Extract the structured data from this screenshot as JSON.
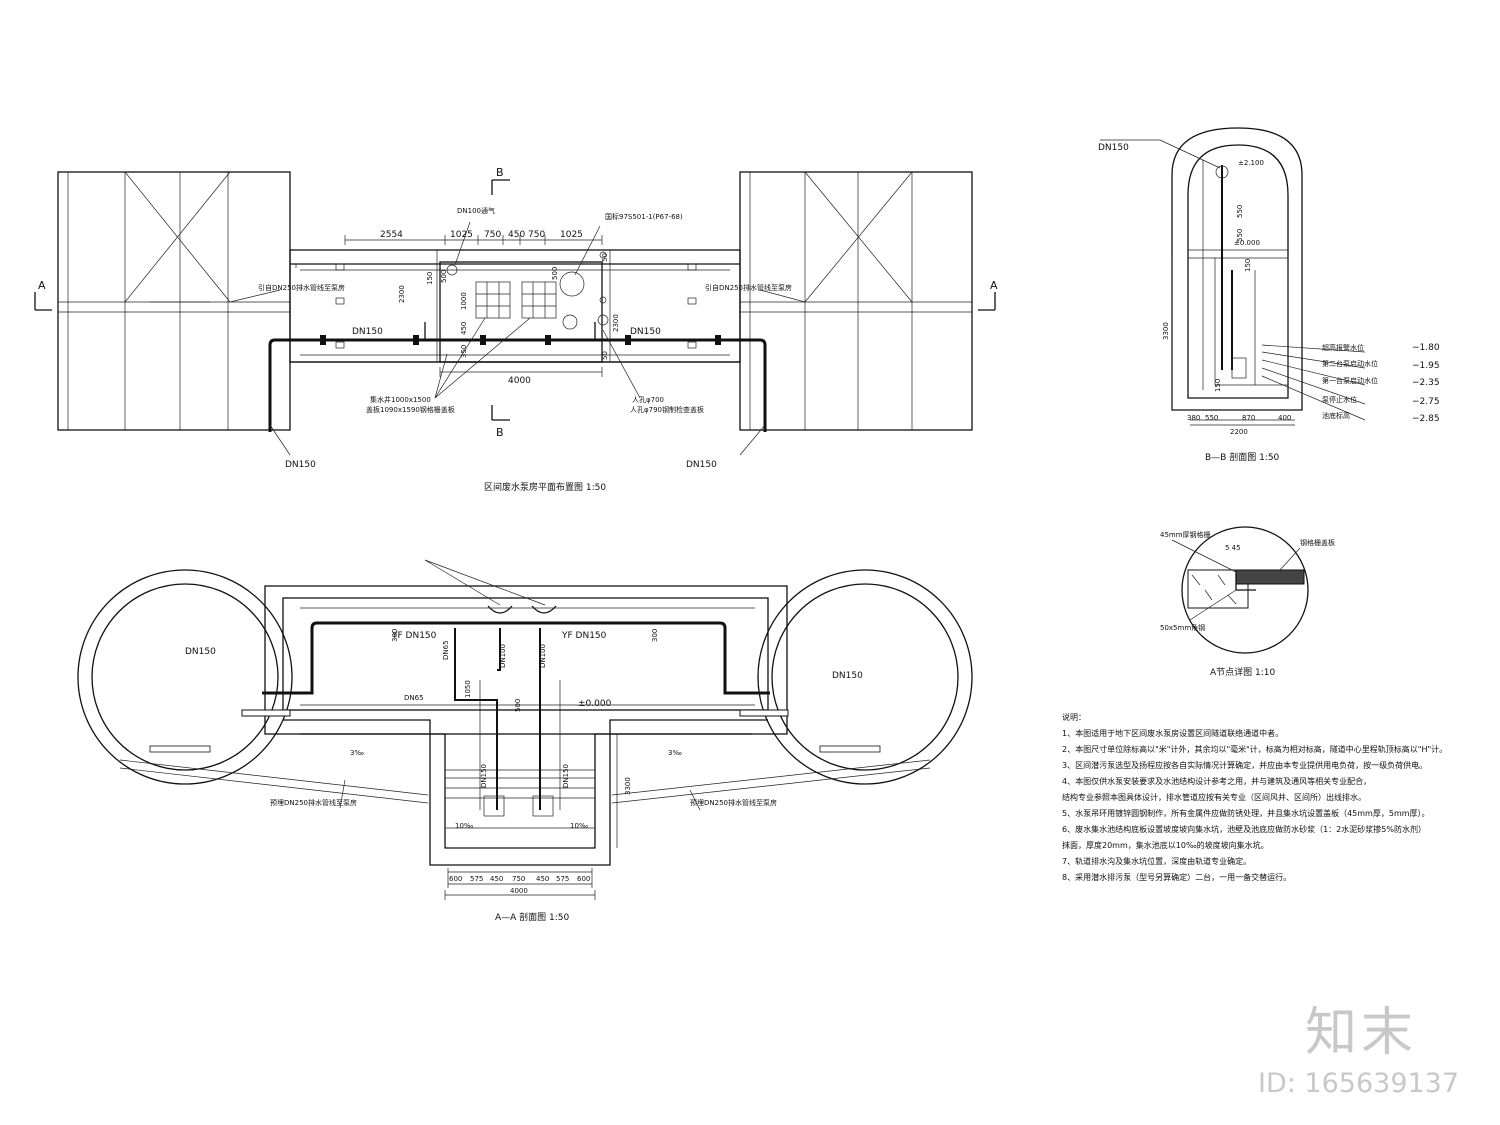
{
  "plan": {
    "title": "区间废水泵房平面布置图 1:50",
    "section_marks": [
      "A",
      "A",
      "B",
      "B"
    ],
    "dims_top": [
      "2554",
      "1025",
      "750",
      "450",
      "750",
      "1025"
    ],
    "dim_bottom": "4000",
    "dims_vertical": [
      "2300",
      "150",
      "500",
      "1000",
      "450",
      "350",
      "50",
      "2300",
      "500",
      "50"
    ],
    "pipe_labels": [
      "DN150",
      "DN150"
    ],
    "drain_labels": [
      "引自DN250排水管线至泵房",
      "引自DN250排水管线至泵房"
    ],
    "riser_labels": [
      "DN150",
      "DN150"
    ],
    "annotations": [
      "DN100通气",
      "国标97S501-1(P67-68)",
      "集水井1000x1500",
      "盖板1090x1590钢格栅盖板",
      "人孔φ700",
      "人孔φ790钢制检查盖板"
    ]
  },
  "section_aa": {
    "title": "A—A 剖面图 1:50",
    "labels": [
      "YF DN150",
      "YF DN150",
      "DN65",
      "DN65",
      "DN150",
      "DN150",
      "DN100",
      "DN100",
      "DN150",
      "DN150",
      "±0.000"
    ],
    "slopes": [
      "3‰",
      "3‰"
    ],
    "drains": [
      "预埋DN250排水管线至泵房",
      "预埋DN250排水管线至泵房"
    ],
    "vert_dims": [
      "300",
      "300",
      "1050",
      "500",
      "3300"
    ],
    "bottom_dims": [
      "600",
      "575",
      "450",
      "750",
      "450",
      "575",
      "600"
    ],
    "total": "4000",
    "slope_pct": [
      "10‰",
      "10‰"
    ]
  },
  "section_bb": {
    "title": "B—B 剖面图 1:50",
    "top_label": "DN150",
    "levels": [
      "±2.100",
      "±0.000"
    ],
    "elevations": [
      "−1.80",
      "−1.95",
      "−2.35",
      "−2.75",
      "−2.85"
    ],
    "vert_dims": [
      "3300",
      "550",
      "550",
      "150",
      "150"
    ],
    "dims": [
      "380",
      "550",
      "870",
      "400"
    ],
    "total": "2200",
    "level_notes": [
      "超高报警水位",
      "第二台泵启动水位",
      "第一台泵启动水位",
      "泵停止水位",
      "池底标高"
    ]
  },
  "detail_a": {
    "title": "A节点详图 1:10",
    "labels": [
      "45mm厚钢格栅",
      "5 45",
      "钢格栅盖板",
      "50x5mm角钢"
    ]
  },
  "notes": {
    "heading": "说明：",
    "items": [
      "1、本图适用于地下区间废水泵房设置区间隧道联络通道中者。",
      "2、本图尺寸单位除标高以\"米\"计外，其余均以\"毫米\"计，标高为相对标高，隧道中心里程轨顶标高以\"H\"计。",
      "3、区间潜污泵选型及扬程应按各自实际情况计算确定，并应由本专业提供用电负荷，按一级负荷供电。",
      "4、本图仅供水泵安装要求及水池结构设计参考之用，并与建筑及通风等相关专业配合，",
      "   结构专业参照本图具体设计，排水管道应按有关专业（区间风井、区间所）出线排水。",
      "5、水泵吊环用镀锌圆钢制作，所有金属件应做防锈处理，并且集水坑设置盖板（45mm厚，5mm厚）。",
      "6、废水集水池结构底板设置坡度坡向集水坑，池壁及池底应做防水砂浆（1：2水泥砂浆掺5%防水剂）",
      "   抹面，厚度20mm，集水池底以10‰的坡度坡向集水坑。",
      "7、轨道排水沟及集水坑位置，深度由轨道专业确定。",
      "8、采用潜水排污泵（型号另算确定）二台，一用一备交替运行。"
    ]
  },
  "watermark": {
    "logo": "知末",
    "id": "ID: 165639137"
  }
}
